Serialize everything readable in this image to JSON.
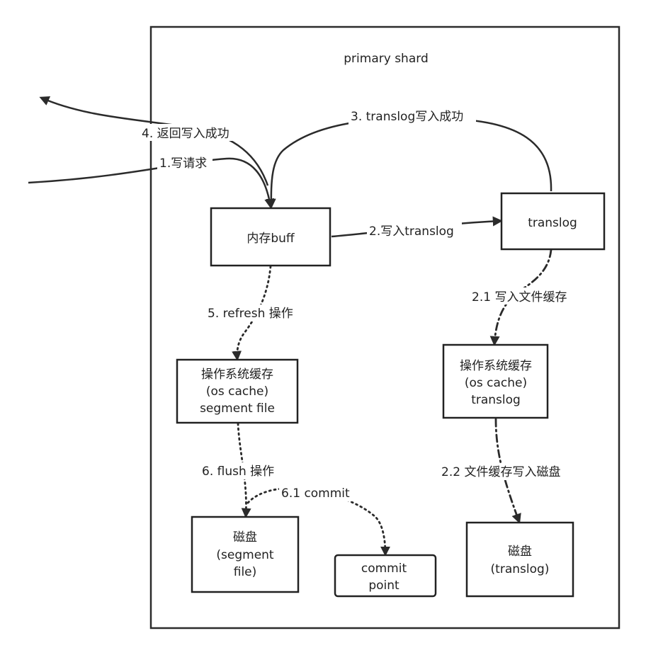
{
  "title": "primary shard",
  "boxes": {
    "buffer": [
      "内存buff"
    ],
    "translog": [
      "translog"
    ],
    "os_cache_segment": [
      "操作系统缓存",
      "(os cache)",
      "segment file"
    ],
    "os_cache_translog": [
      "操作系统缓存",
      "(os cache)",
      "translog"
    ],
    "disk_segment": [
      "磁盘",
      "(segment",
      "file)"
    ],
    "commit_point": [
      "commit",
      "point"
    ],
    "disk_translog": [
      "磁盘",
      "(translog)"
    ]
  },
  "edges": {
    "write_request": "1.写请求",
    "write_translog": "2.写入translog",
    "write_file_cache": "2.1 写入文件缓存",
    "file_cache_to_disk": "2.2 文件缓存写入磁盘",
    "translog_success": "3. translog写入成功",
    "return_success": "4. 返回写入成功",
    "refresh": "5. refresh 操作",
    "flush": "6. flush 操作",
    "commit": "6.1 commit"
  }
}
